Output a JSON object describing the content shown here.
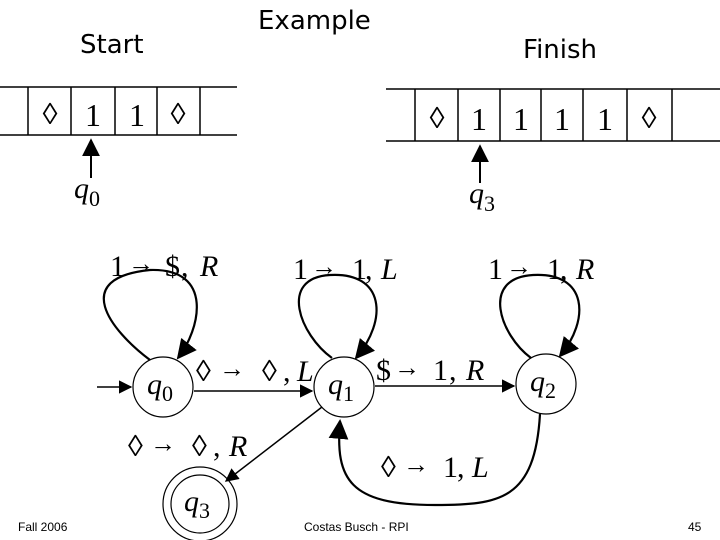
{
  "header": {
    "start_label": "Start",
    "example_label": "Example",
    "finish_label": "Finish"
  },
  "start_tape": {
    "cells": [
      "◊",
      "1",
      "1",
      "◊"
    ],
    "head_state": "q",
    "head_state_sub": "0"
  },
  "finish_tape": {
    "cells": [
      "◊",
      "1",
      "1",
      "1",
      "1",
      "◊"
    ],
    "head_state": "q",
    "head_state_sub": "3"
  },
  "machine": {
    "states": [
      {
        "id": "q0",
        "name": "q",
        "sub": "0"
      },
      {
        "id": "q1",
        "name": "q",
        "sub": "1"
      },
      {
        "id": "q2",
        "name": "q",
        "sub": "2"
      },
      {
        "id": "q3",
        "name": "q",
        "sub": "3",
        "accepting": true
      }
    ],
    "transitions": {
      "q0_loop": {
        "read": "1",
        "write": "$",
        "move": "R"
      },
      "q1_loop": {
        "read": "1",
        "write": "1",
        "move": "L"
      },
      "q2_loop": {
        "read": "1",
        "write": "1",
        "move": "R"
      },
      "q0_q1": {
        "read": "◊",
        "write": "◊",
        "move": "L"
      },
      "q1_q2": {
        "read": "$",
        "write": "1",
        "move": "R"
      },
      "q2_q1": {
        "read": "◊",
        "write": "1",
        "move": "L"
      },
      "q1_q3": {
        "read": "◊",
        "write": "◊",
        "move": "R"
      }
    }
  },
  "footer": {
    "left": "Fall 2006",
    "center": "Costas Busch - RPI",
    "page": "45"
  }
}
